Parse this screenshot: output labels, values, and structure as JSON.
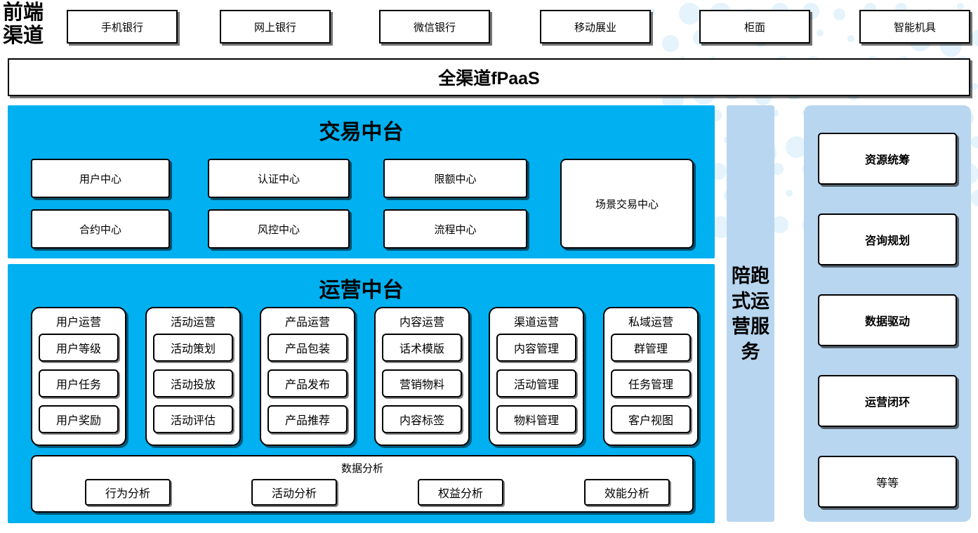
{
  "diagram": {
    "front_channel": {
      "label": "前端\n渠道",
      "label_lines": [
        "前端",
        "渠道"
      ],
      "channels": [
        {
          "name": "mobile-bank",
          "label": "手机银行"
        },
        {
          "name": "online-bank",
          "label": "网上银行"
        },
        {
          "name": "wechat-bank",
          "label": "微信银行"
        },
        {
          "name": "mobile-biz",
          "label": "移动展业"
        },
        {
          "name": "counter",
          "label": "柜面"
        },
        {
          "name": "smart-device",
          "label": "智能机具"
        }
      ]
    },
    "fpaas_bar": {
      "label": "全渠道fPaaS"
    },
    "trade_platform": {
      "title": "交易中台",
      "items": [
        {
          "name": "user-center",
          "label": "用户中心"
        },
        {
          "name": "auth-center",
          "label": "认证中心"
        },
        {
          "name": "limit-center",
          "label": "限额中心"
        },
        {
          "name": "contract-center",
          "label": "合约中心"
        },
        {
          "name": "risk-center",
          "label": "风控中心"
        },
        {
          "name": "process-center",
          "label": "流程中心"
        },
        {
          "name": "scene-trade-center",
          "label": "场景交易中心"
        }
      ]
    },
    "ops_platform": {
      "title": "运营中台",
      "columns": [
        {
          "name": "user-ops",
          "title": "用户运营",
          "items": [
            "用户等级",
            "用户任务",
            "用户奖励"
          ]
        },
        {
          "name": "activity-ops",
          "title": "活动运营",
          "items": [
            "活动策划",
            "活动投放",
            "活动评估"
          ]
        },
        {
          "name": "product-ops",
          "title": "产品运营",
          "items": [
            "产品包装",
            "产品发布",
            "产品推荐"
          ]
        },
        {
          "name": "content-ops",
          "title": "内容运营",
          "items": [
            "话术模版",
            "营销物料",
            "内容标签"
          ]
        },
        {
          "name": "channel-ops",
          "title": "渠道运营",
          "items": [
            "内容管理",
            "活动管理",
            "物料管理"
          ]
        },
        {
          "name": "private-domain-ops",
          "title": "私域运营",
          "items": [
            "群管理",
            "任务管理",
            "客户视图"
          ]
        }
      ],
      "analysis": {
        "title": "数据分析",
        "items": [
          "行为分析",
          "活动分析",
          "权益分析",
          "效能分析"
        ]
      }
    },
    "service_column": {
      "label": "陪跑式运营服务"
    },
    "capability_panel": {
      "cards": [
        {
          "name": "resource-coordination",
          "label": "资源统筹",
          "bold": true
        },
        {
          "name": "consulting-planning",
          "label": "咨询规划",
          "bold": true
        },
        {
          "name": "data-driven",
          "label": "数据驱动",
          "bold": true
        },
        {
          "name": "ops-closed-loop",
          "label": "运营闭环",
          "bold": true
        },
        {
          "name": "etc",
          "label": "等等",
          "bold": false
        }
      ]
    },
    "colors": {
      "platform_cyan": "#00b0f0",
      "panel_light_blue": "#b8d6f0",
      "dot_blue": "#e4f3fc",
      "outline_black": "#000000",
      "box_white": "#ffffff"
    }
  }
}
